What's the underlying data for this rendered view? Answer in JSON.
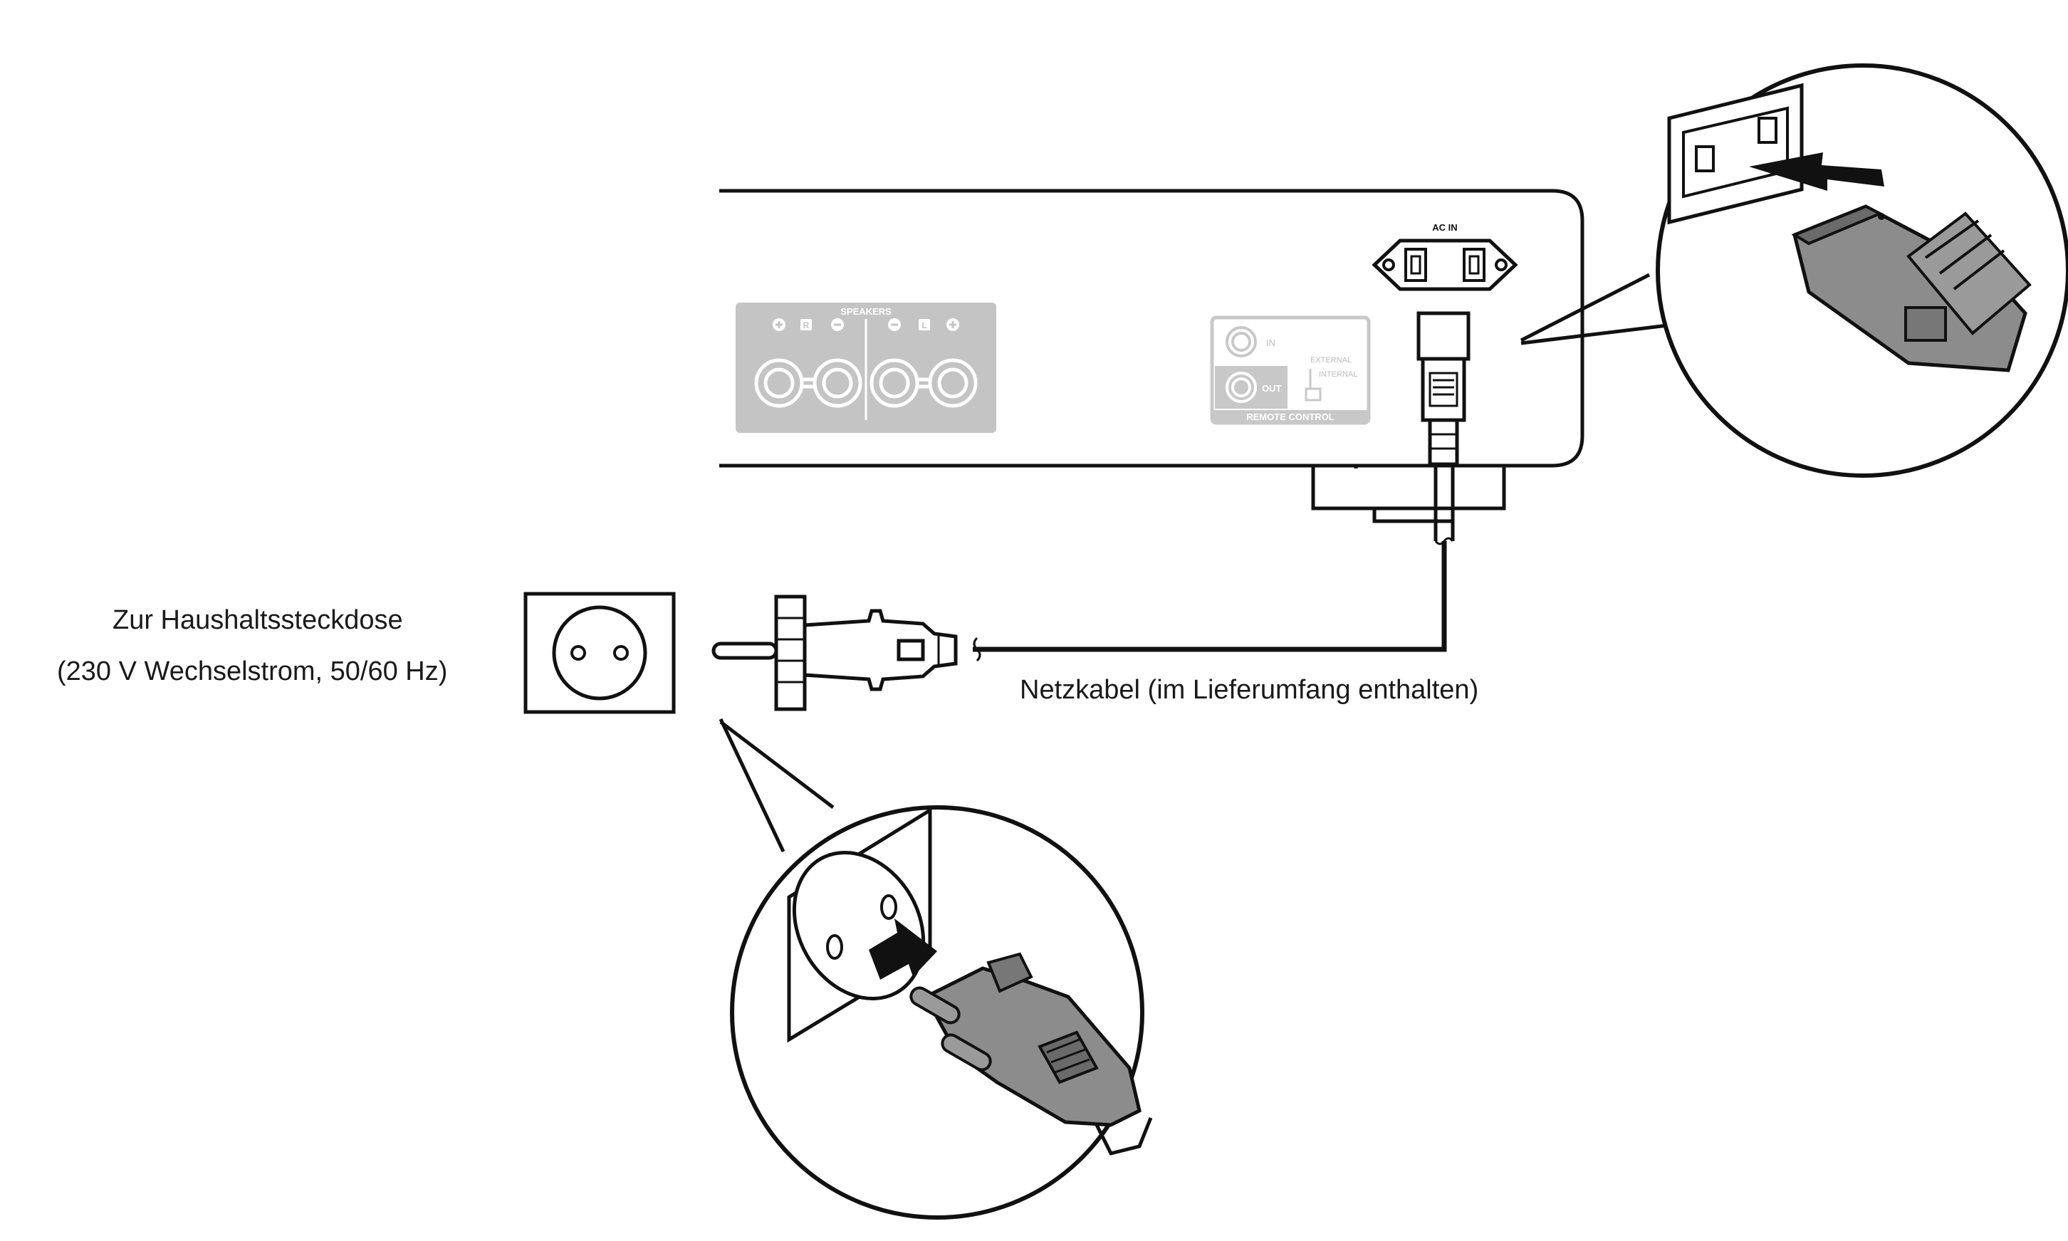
{
  "labels": {
    "outlet_title": "Zur Haushaltssteckdose",
    "outlet_spec": "(230 V Wechselstrom, 50/60 Hz)",
    "cable": "Netzkabel (im Lieferumfang enthalten)",
    "ac_in": "AC IN",
    "speakers": "SPEAKERS",
    "speaker_r": "R",
    "speaker_l": "L",
    "remote_in": "IN",
    "remote_out": "OUT",
    "remote_external": "EXTERNAL",
    "remote_internal": "INTERNAL",
    "remote_control": "REMOTE CONTROL"
  },
  "colors": {
    "line": "#111111",
    "panel_gray": "#bdbdbd",
    "plug_gray": "#8c8c8c",
    "plug_dark": "#555555",
    "arrow": "#111111"
  }
}
